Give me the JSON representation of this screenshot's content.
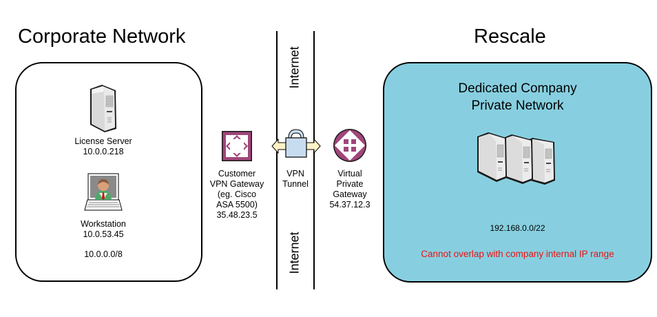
{
  "titles": {
    "left": "Corporate Network",
    "right": "Rescale"
  },
  "corporate": {
    "license_server": {
      "name": "License Server",
      "ip": "10.0.0.218",
      "icon": "server-icon"
    },
    "workstation": {
      "name": "Workstation",
      "ip": "10.0.53.45",
      "icon": "laptop-user-icon"
    },
    "subnet": "10.0.0.0/8"
  },
  "middle": {
    "customer_gateway": {
      "lines": [
        "Customer",
        "VPN Gateway",
        "(eg. Cisco",
        "ASA 5500)",
        "35.48.23.5"
      ],
      "icon": "vpn-gateway-icon"
    },
    "vpn_tunnel": {
      "lines": [
        "VPN",
        "Tunnel"
      ],
      "icon": "lock-icon"
    },
    "virtual_gateway": {
      "lines": [
        "Virtual",
        "Private",
        "Gateway",
        "54.37.12.3"
      ],
      "icon": "router-icon"
    },
    "internet_label_top": "Internet",
    "internet_label_bottom": "Internet"
  },
  "rescale": {
    "heading_lines": [
      "Dedicated Company",
      "Private Network"
    ],
    "servers_icon": "server-cluster-icon",
    "subnet": "192.168.0.0/22",
    "warning": "Cannot overlap with company internal IP range"
  },
  "colors": {
    "rescale_fill": "#87cfe0",
    "warning_text": "#ee1111",
    "gateway_accent": "#a0467a",
    "lock_fill": "#c8dcef",
    "arrow_fill": "#fff2c6"
  }
}
